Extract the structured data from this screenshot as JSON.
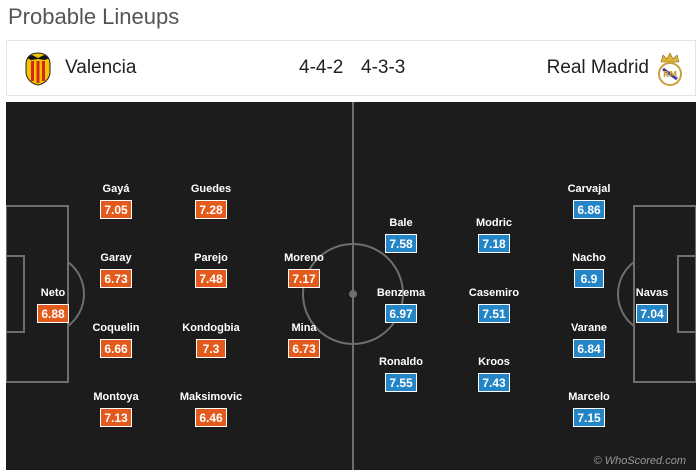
{
  "title": "Probable Lineups",
  "home": {
    "name": "Valencia",
    "formation": "4-4-2",
    "crest_icon": "valencia-bat-crest-icon",
    "color": "#e25a1c",
    "players": [
      {
        "name": "Neto",
        "rating": "6.88"
      },
      {
        "name": "Gayá",
        "rating": "7.05"
      },
      {
        "name": "Garay",
        "rating": "6.73"
      },
      {
        "name": "Coquelin",
        "rating": "6.66"
      },
      {
        "name": "Montoya",
        "rating": "7.13"
      },
      {
        "name": "Guedes",
        "rating": "7.28"
      },
      {
        "name": "Parejo",
        "rating": "7.48"
      },
      {
        "name": "Kondogbia",
        "rating": "7.3"
      },
      {
        "name": "Maksimovic",
        "rating": "6.46"
      },
      {
        "name": "Moreno",
        "rating": "7.17"
      },
      {
        "name": "Mina",
        "rating": "6.73"
      }
    ]
  },
  "away": {
    "name": "Real Madrid",
    "formation": "4-3-3",
    "crest_icon": "real-madrid-crown-crest-icon",
    "color": "#2384c6",
    "players": [
      {
        "name": "Bale",
        "rating": "7.58"
      },
      {
        "name": "Benzema",
        "rating": "6.97"
      },
      {
        "name": "Ronaldo",
        "rating": "7.55"
      },
      {
        "name": "Modric",
        "rating": "7.18"
      },
      {
        "name": "Casemiro",
        "rating": "7.51"
      },
      {
        "name": "Kroos",
        "rating": "7.43"
      },
      {
        "name": "Carvajal",
        "rating": "6.86"
      },
      {
        "name": "Nacho",
        "rating": "6.9"
      },
      {
        "name": "Varane",
        "rating": "6.84"
      },
      {
        "name": "Marcelo",
        "rating": "7.15"
      },
      {
        "name": "Navas",
        "rating": "7.04"
      }
    ]
  },
  "watermark": "© WhoScored.com",
  "colors": {
    "pitch": "#1c1c1c",
    "lines": "#6e6e6e"
  }
}
